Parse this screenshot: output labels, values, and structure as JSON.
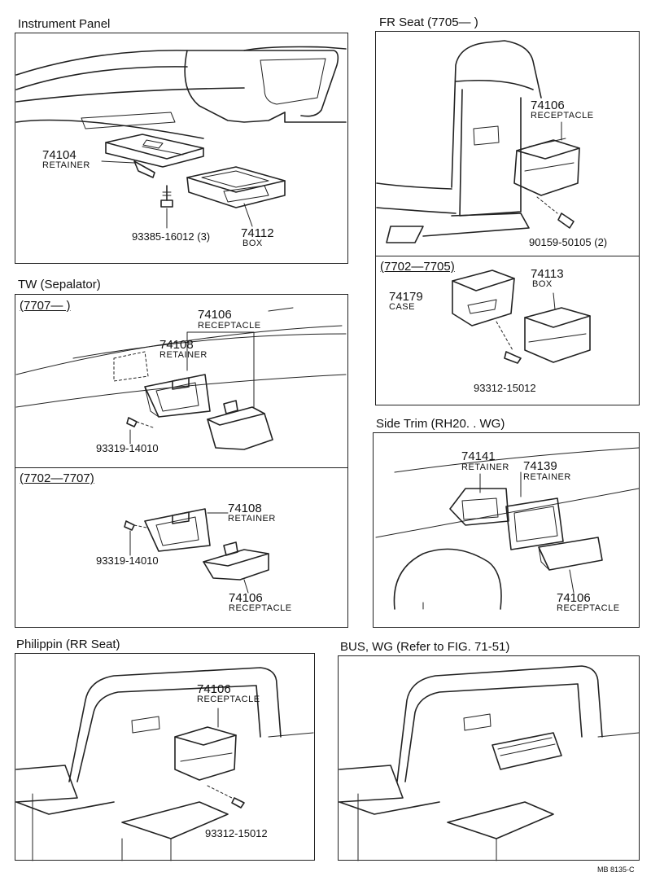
{
  "sections": {
    "instrument_panel": {
      "title": "Instrument Panel",
      "parts": [
        {
          "number": "74104",
          "name": "RETAINER"
        },
        {
          "number": "74112",
          "name": "BOX"
        },
        {
          "number": "93385-16012 (3)",
          "name": ""
        }
      ]
    },
    "fr_seat": {
      "title": "FR  Seat  (7705—      )",
      "parts": [
        {
          "number": "74106",
          "name": "RECEPTACLE"
        },
        {
          "number": "90159-50105 (2)",
          "name": ""
        }
      ],
      "sub": {
        "title": "(7702—7705)",
        "parts": [
          {
            "number": "74113",
            "name": "BOX"
          },
          {
            "number": "74179",
            "name": "CASE"
          },
          {
            "number": "93312-15012",
            "name": ""
          }
        ]
      }
    },
    "tw": {
      "title": "TW  (Sepalator)",
      "sub1": {
        "title": "(7707—      )",
        "parts": [
          {
            "number": "74106",
            "name": "RECEPTACLE"
          },
          {
            "number": "74108",
            "name": "RETAINER"
          },
          {
            "number": "93319-14010",
            "name": ""
          }
        ]
      },
      "sub2": {
        "title": "(7702—7707)",
        "parts": [
          {
            "number": "74108",
            "name": "RETAINER"
          },
          {
            "number": "93319-14010",
            "name": ""
          },
          {
            "number": "74106",
            "name": "RECEPTACLE"
          }
        ]
      }
    },
    "side_trim": {
      "title": "Side  Trim  (RH20. . WG)",
      "parts": [
        {
          "number": "74141",
          "name": "RETAINER"
        },
        {
          "number": "74139",
          "name": "RETAINER"
        },
        {
          "number": "74106",
          "name": "RECEPTACLE"
        }
      ]
    },
    "philippin": {
      "title": "Philippin  (RR  Seat)",
      "parts": [
        {
          "number": "74106",
          "name": "RECEPTACLE"
        },
        {
          "number": "93312-15012",
          "name": ""
        }
      ]
    },
    "bus_wg": {
      "title": "BUS, WG (Refer to FIG. 71-51)"
    }
  },
  "figure_code": "MB  8135-C"
}
